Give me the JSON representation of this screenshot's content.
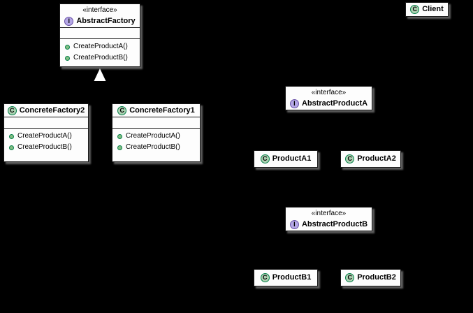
{
  "diagram": {
    "background": "#000000",
    "pattern": "Abstract Factory UML class diagram"
  },
  "colors": {
    "node_fill": "#FDFDFD",
    "node_border": "#181818",
    "class_spot": "#ADD1B2",
    "interface_spot": "#B4A7E5",
    "method_marker": "#84BE84",
    "arrowhead": "#FFFFFF"
  },
  "nodes": {
    "abstractFactory": {
      "stereotype": "«interface»",
      "spot": "I",
      "name": "AbstractFactory",
      "methods": [
        "CreateProductA()",
        "CreateProductB()"
      ]
    },
    "client": {
      "spot": "C",
      "name": "Client"
    },
    "concreteFactory2": {
      "spot": "C",
      "name": "ConcreteFactory2",
      "methods": [
        "CreateProductA()",
        "CreateProductB()"
      ]
    },
    "concreteFactory1": {
      "spot": "C",
      "name": "ConcreteFactory1",
      "methods": [
        "CreateProductA()",
        "CreateProductB()"
      ]
    },
    "abstractProductA": {
      "stereotype": "«interface»",
      "spot": "I",
      "name": "AbstractProductA"
    },
    "productA1": {
      "spot": "C",
      "name": "ProductA1"
    },
    "productA2": {
      "spot": "C",
      "name": "ProductA2"
    },
    "abstractProductB": {
      "stereotype": "«interface»",
      "spot": "I",
      "name": "AbstractProductB"
    },
    "productB1": {
      "spot": "C",
      "name": "ProductB1"
    },
    "productB2": {
      "spot": "C",
      "name": "ProductB2"
    }
  }
}
